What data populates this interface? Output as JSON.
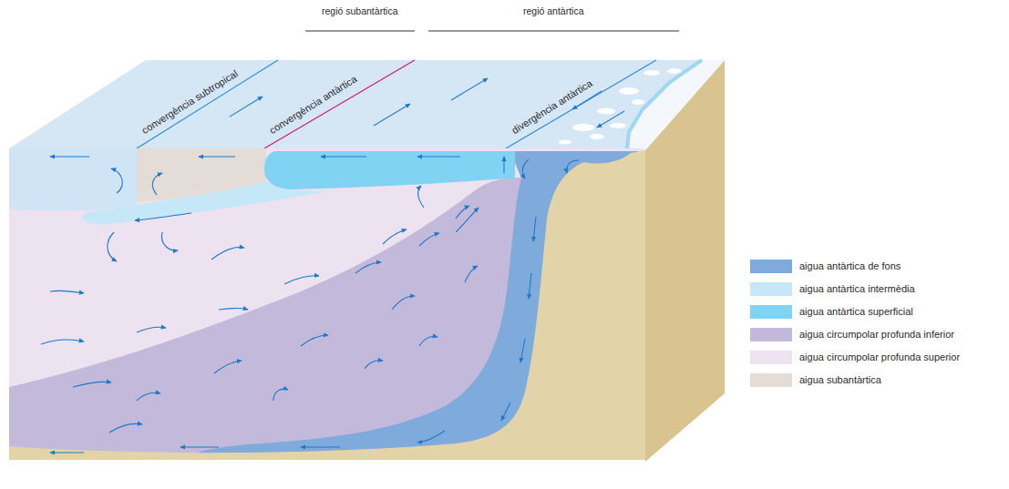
{
  "diagram": {
    "labels": [
      "regió subantàrtica",
      "regió antàrtica",
      "convergència subtropical",
      "convergència antàrtica",
      "divergència antàrtica"
    ],
    "legend": [
      {
        "text": "aigua antàrtica de fons",
        "color": "#7eaadc"
      },
      {
        "text": "aigua antàrtica intermèdia",
        "color": "#c6e7f7"
      },
      {
        "text": "aigua antàrtica superficial",
        "color": "#80d3f3"
      },
      {
        "text": "aigua circumpolar profunda inferior",
        "color": "#c3b9da"
      },
      {
        "text": "aigua circumpolar profunda superior",
        "color": "#ede2ef"
      },
      {
        "text": "aigua subantàrtica",
        "color": "#e4ddd7"
      }
    ]
  }
}
